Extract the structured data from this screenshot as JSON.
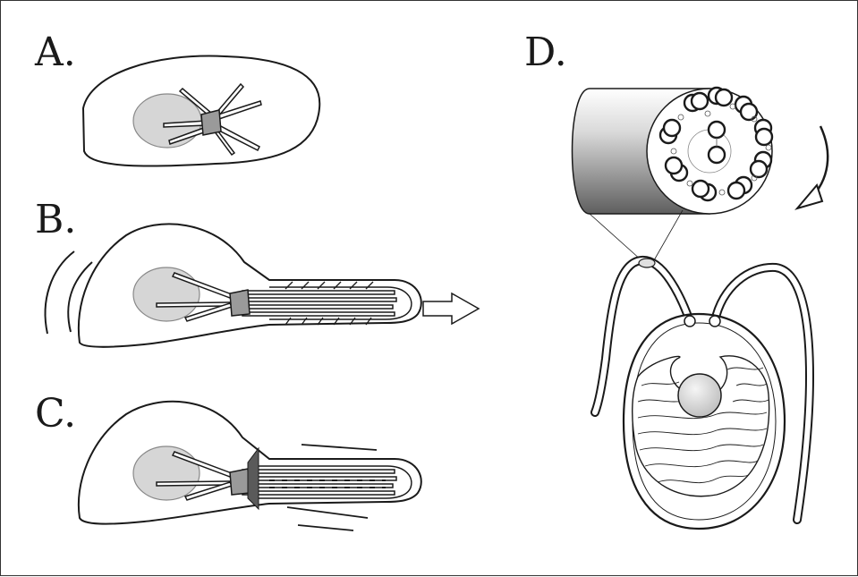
{
  "panels": {
    "a": {
      "label": "A."
    },
    "b": {
      "label": "B."
    },
    "c": {
      "label": "C."
    },
    "d": {
      "label": "D."
    }
  },
  "colors": {
    "outline": "#1a1a1a",
    "nucleus": "#d6d6d6",
    "centrosome": "#9a9a9a",
    "background": "#ffffff",
    "cylinder_dark": "#666666",
    "cylinder_light": "#f2f2f2"
  },
  "icons": {
    "movement_arrow": "right-arrow-icon",
    "rotation_arrow": "curved-arrow-icon"
  }
}
